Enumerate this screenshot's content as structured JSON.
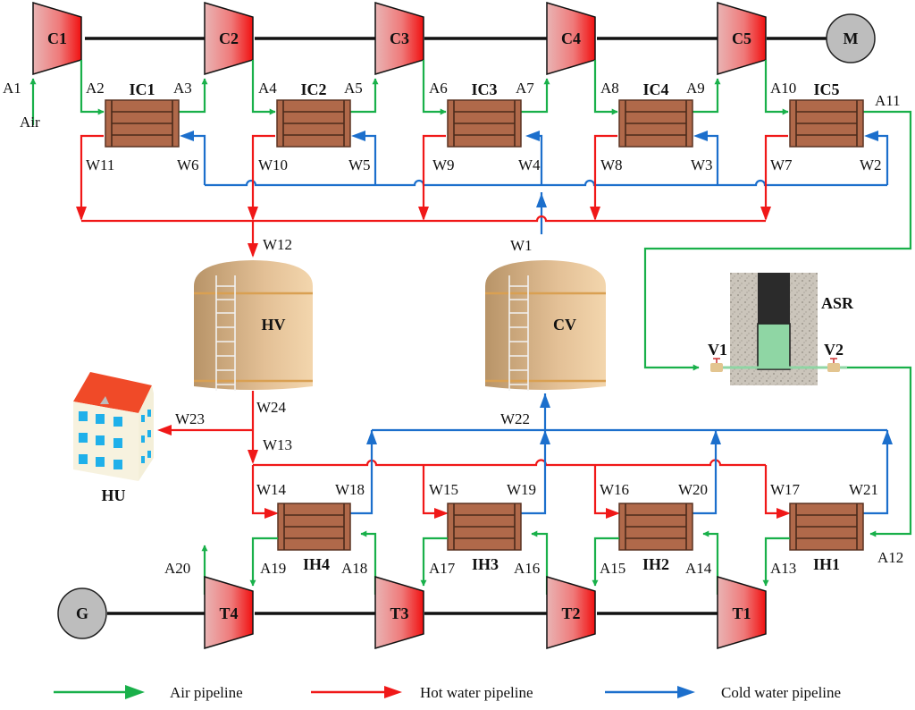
{
  "diagram": {
    "compressors": [
      {
        "id": "C1",
        "label": "C1"
      },
      {
        "id": "C2",
        "label": "C2"
      },
      {
        "id": "C3",
        "label": "C3"
      },
      {
        "id": "C4",
        "label": "C4"
      },
      {
        "id": "C5",
        "label": "C5"
      }
    ],
    "motor": {
      "label": "M"
    },
    "intercoolers": [
      {
        "id": "IC1",
        "label": "IC1",
        "air_in": "A2",
        "air_out": "A3",
        "hot_out": "W11",
        "cold_in": "W6"
      },
      {
        "id": "IC2",
        "label": "IC2",
        "air_in": "A4",
        "air_out": "A5",
        "hot_out": "W10",
        "cold_in": "W5"
      },
      {
        "id": "IC3",
        "label": "IC3",
        "air_in": "A6",
        "air_out": "A7",
        "hot_out": "W9",
        "cold_in": "W4"
      },
      {
        "id": "IC4",
        "label": "IC4",
        "air_in": "A8",
        "air_out": "A9",
        "hot_out": "W8",
        "cold_in": "W3"
      },
      {
        "id": "IC5",
        "label": "IC5",
        "air_in": "A10",
        "air_out": "A11",
        "hot_out": "W7",
        "cold_in": "W2"
      }
    ],
    "inlet": {
      "stream": "A1",
      "label": "Air"
    },
    "hot_tank": {
      "label": "HV",
      "inlet": "W12",
      "outlet": "W24"
    },
    "cold_tank": {
      "label": "CV",
      "outlet": "W1",
      "inlet": "W22"
    },
    "storage": {
      "label": "ASR",
      "valve_in": "V1",
      "valve_out": "V2"
    },
    "heat_user": {
      "label": "HU",
      "supply": "W23"
    },
    "hot_branch": "W13",
    "reheaters": [
      {
        "id": "IH4",
        "label": "IH4",
        "hot_in": "W14",
        "cold_out": "W18",
        "air_in": "A18",
        "air_out": "A19"
      },
      {
        "id": "IH3",
        "label": "IH3",
        "hot_in": "W15",
        "cold_out": "W19",
        "air_in": "A16",
        "air_out": "A17"
      },
      {
        "id": "IH2",
        "label": "IH2",
        "hot_in": "W16",
        "cold_out": "W20",
        "air_in": "A14",
        "air_out": "A15"
      },
      {
        "id": "IH1",
        "label": "IH1",
        "hot_in": "W17",
        "cold_out": "W21",
        "air_in": "A12",
        "air_out": "A13"
      }
    ],
    "turbines": [
      {
        "id": "T4",
        "label": "T4"
      },
      {
        "id": "T3",
        "label": "T3"
      },
      {
        "id": "T2",
        "label": "T2"
      },
      {
        "id": "T1",
        "label": "T1"
      }
    ],
    "exhaust": "A20",
    "generator": {
      "label": "G"
    },
    "legend": [
      {
        "label": "Air pipeline",
        "color": "#19b04a"
      },
      {
        "label": "Hot water pipeline",
        "color": "#f01818"
      },
      {
        "label": "Cold water pipeline",
        "color": "#1c6fcc"
      }
    ]
  }
}
